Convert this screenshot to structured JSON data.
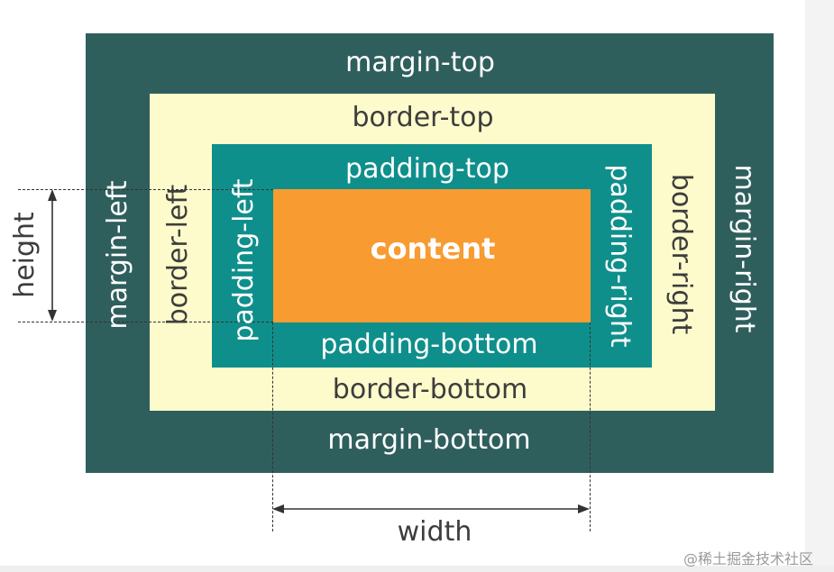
{
  "labels": {
    "margin_top": "margin-top",
    "margin_bottom": "margin-bottom",
    "margin_left": "margin-left",
    "margin_right": "margin-right",
    "border_top": "border-top",
    "border_bottom": "border-bottom",
    "border_left": "border-left",
    "border_right": "border-right",
    "padding_top": "padding-top",
    "padding_bottom": "padding-bottom",
    "padding_left": "padding-left",
    "padding_right": "padding-right",
    "content": "content",
    "height": "height",
    "width": "width"
  },
  "watermark": "@稀土掘金技术社区",
  "colors": {
    "margin": "#2f5f5d",
    "border": "#fdfbcb",
    "padding": "#0f8f8b",
    "content": "#f89b31",
    "light_text": "#ffffff",
    "dark_text": "#3d3d3d"
  }
}
